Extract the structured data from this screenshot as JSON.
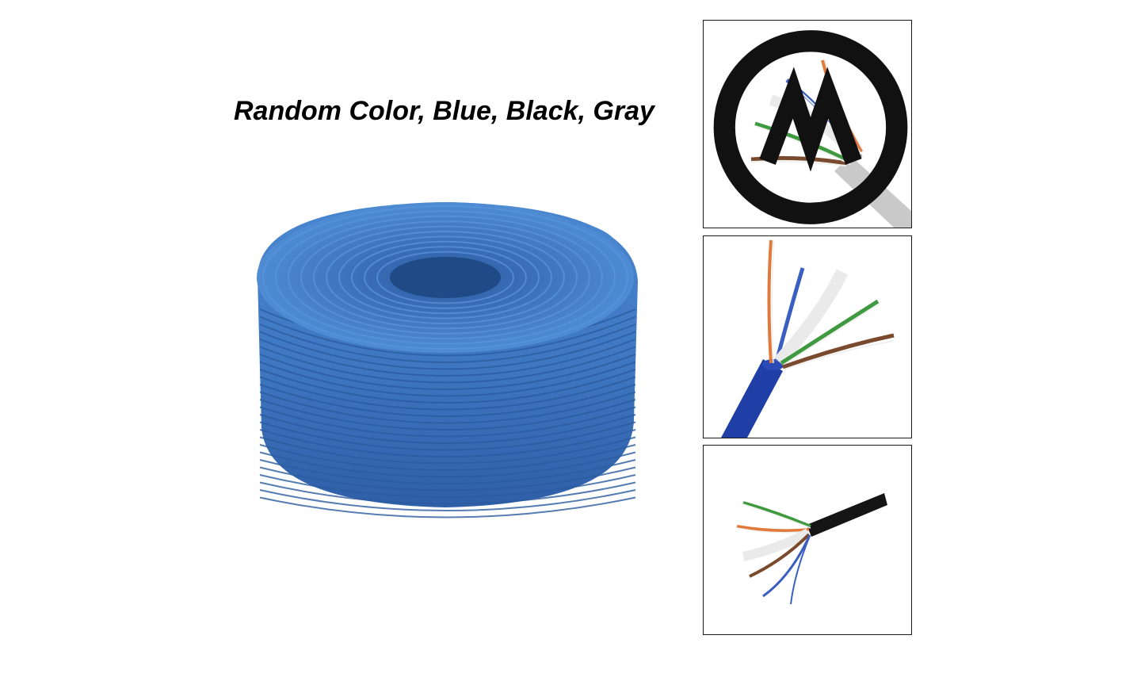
{
  "headline": "Random Color, Blue, Black, Gray",
  "colors": {
    "background": "#ffffff",
    "coil_blue": "#3f78c2",
    "coil_dark": "#2a5a9e",
    "gray_jacket": "#c9c9c9",
    "blue_jacket": "#1f3ea6",
    "black_jacket": "#151515",
    "pair_orange": "#e07a3a",
    "pair_green": "#3f9a3f",
    "pair_blue": "#3a5fc0",
    "pair_brown": "#7a4a2e",
    "spline_white": "#f0f0f0"
  },
  "panels": [
    {
      "jacket": "gray"
    },
    {
      "jacket": "blue"
    },
    {
      "jacket": "black"
    }
  ],
  "logo": {
    "icon": "brand-logo-icon"
  }
}
